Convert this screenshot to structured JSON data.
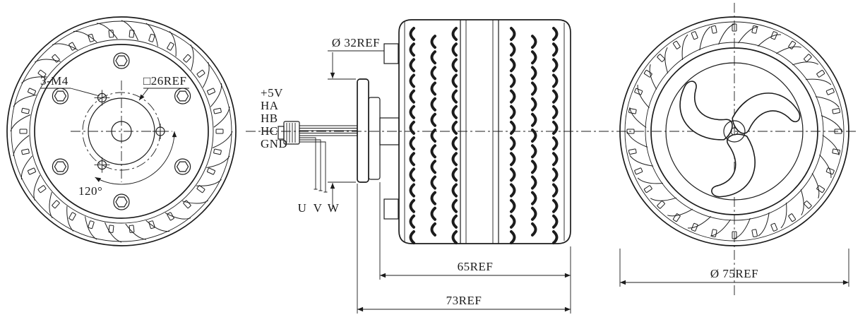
{
  "colors": {
    "ink": "#1c1c1c",
    "background": "#ffffff"
  },
  "drawing": {
    "rear_view": {
      "label_holes": "3-M4",
      "label_square": "□26REF",
      "label_angle": "120°"
    },
    "side_view": {
      "dim_flange": "Ø 32REF",
      "wire_labels": [
        "+5V",
        "HA",
        "HB",
        "HC",
        "GND"
      ],
      "phase_labels": [
        "U",
        "V",
        "W"
      ],
      "dim_body": "65REF",
      "dim_overall": "73REF"
    },
    "front_view": {
      "dim_diameter": "Ø 75REF"
    }
  }
}
